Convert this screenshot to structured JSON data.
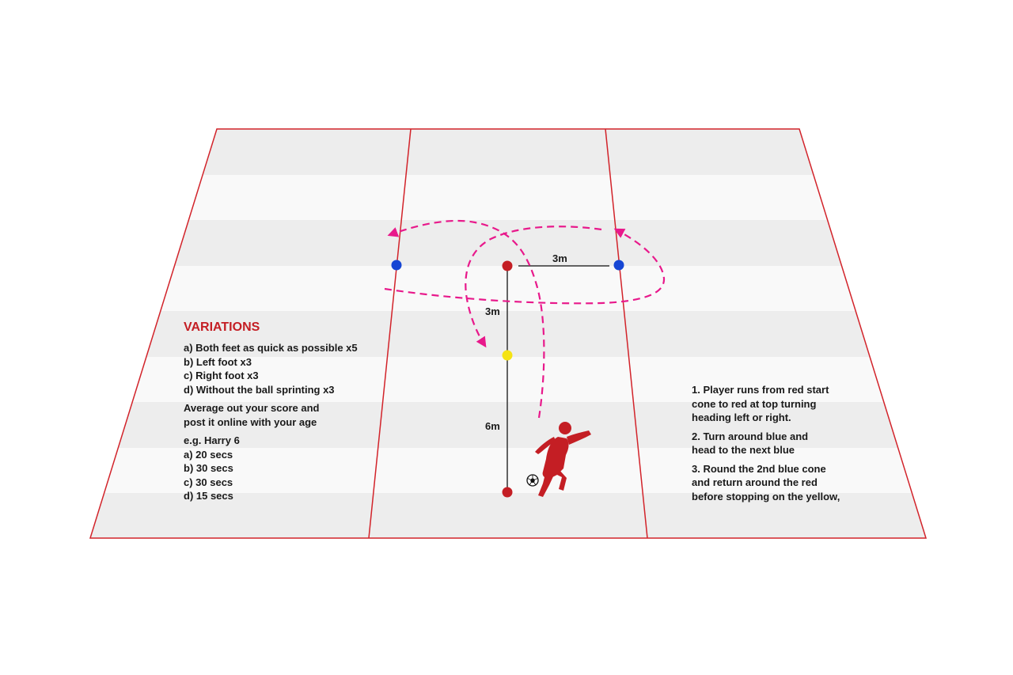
{
  "colors": {
    "pitch_border": "#d2232a",
    "stripe_dark": "#ededed",
    "stripe_light": "#f9f9f9",
    "path": "#e8198b",
    "cone_red": "#c41e24",
    "cone_blue": "#1646d4",
    "cone_yellow": "#f5e313",
    "player": "#c41e24",
    "heading": "#c41e24"
  },
  "distances": {
    "top_horizontal": "3m",
    "upper_vertical": "3m",
    "lower_vertical": "6m"
  },
  "variations": {
    "heading": "VARIATIONS",
    "items": [
      "a) Both feet as quick as possible x5",
      "b) Left foot x3",
      "c) Right foot x3",
      "d) Without the ball sprinting x3"
    ],
    "note_lines": [
      "Average out your score and",
      "post it online with your age"
    ],
    "example": [
      "e.g. Harry 6",
      "a) 20 secs",
      "b) 30 secs",
      "c) 30 secs",
      "d) 15 secs"
    ]
  },
  "instructions": {
    "step1": [
      "1. Player runs from red start",
      "cone to red at top turning",
      "heading left or right."
    ],
    "step2": [
      "2. Turn around blue and",
      "head to the next blue"
    ],
    "step3": [
      "3. Round the 2nd blue cone",
      "and return around the red",
      "before stopping on the yellow,"
    ]
  },
  "icons": [
    "soccer-player-icon",
    "football-icon"
  ]
}
